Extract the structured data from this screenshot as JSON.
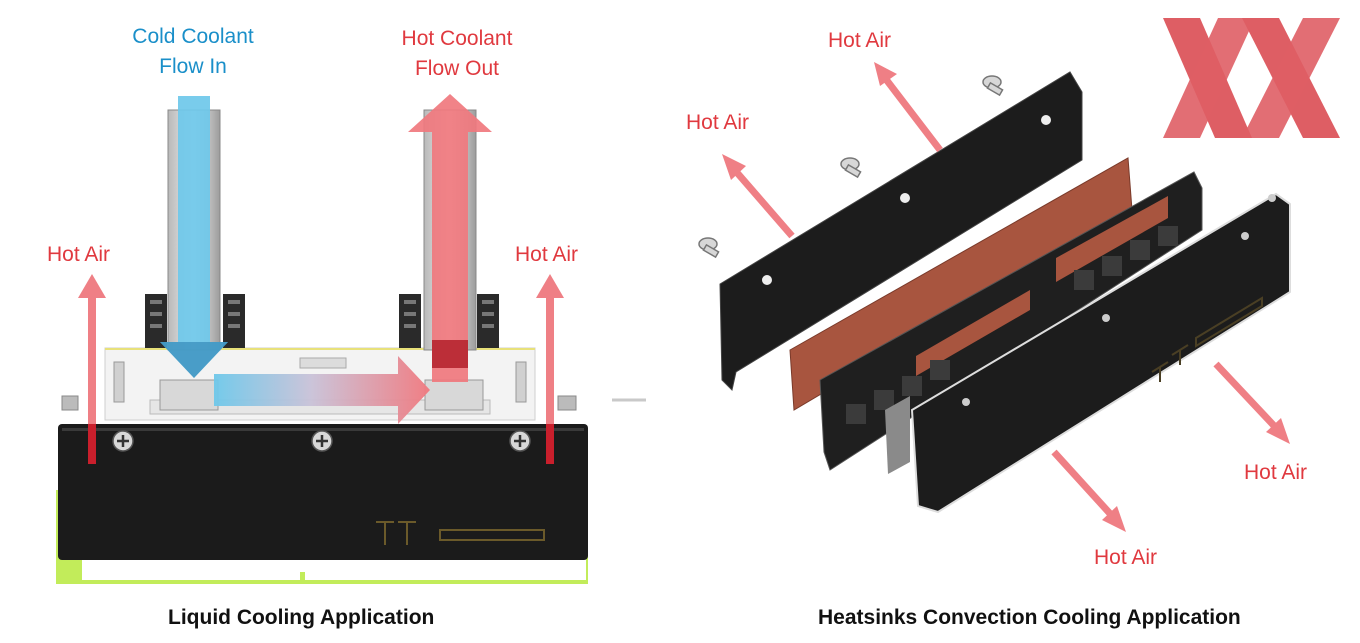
{
  "left_panel": {
    "cold_label_line1": "Cold Coolant",
    "cold_label_line2": "Flow In",
    "hot_label_line1": "Hot Coolant",
    "hot_label_line2": "Flow Out",
    "hot_air_left": "Hot Air",
    "hot_air_right": "Hot Air",
    "caption": "Liquid Cooling Application"
  },
  "right_panel": {
    "hot_air_top": "Hot Air",
    "hot_air_upper_left": "Hot Air",
    "hot_air_right": "Hot Air",
    "hot_air_bottom": "Hot Air",
    "caption": "Heatsinks Convection Cooling Application"
  },
  "colors": {
    "hot_arrow": "#f0787e",
    "cold_arrow": "#6ec8ea",
    "label_red": "#e0393f",
    "label_blue": "#1a8fc9",
    "pcb_green": "#c2ec5a",
    "heatsink_black": "#1b1b1b",
    "thermal_pad": "#a8553f",
    "watermark": "#d9434a"
  },
  "icons": [
    "screw-icon",
    "watermark-logo",
    "brand-logo"
  ]
}
